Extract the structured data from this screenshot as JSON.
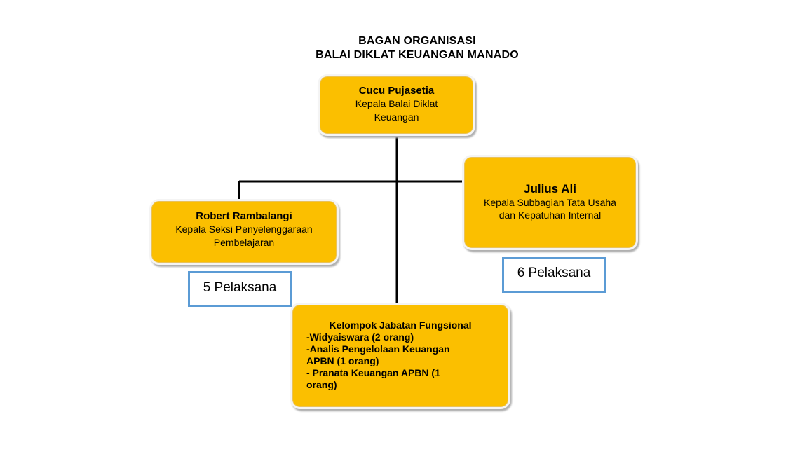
{
  "title": {
    "line1": "BAGAN ORGANISASI",
    "line2": "BALAI DIKLAT KEUANGAN MANADO"
  },
  "head": {
    "name": "Cucu Pujasetia",
    "role_line1": "Kepala Balai Diklat",
    "role_line2": "Keuangan"
  },
  "robert": {
    "name": "Robert Rambalangi",
    "role_line1": "Kepala Seksi Penyelenggaraan",
    "role_line2": "Pembelajaran",
    "staff": "5 Pelaksana"
  },
  "julius": {
    "name": "Julius Ali",
    "role_line1": "Kepala Subbagian Tata Usaha",
    "role_line2": "dan Kepatuhan Internal",
    "staff": "6 Pelaksana"
  },
  "fungsional": {
    "title": "Kelompok Jabatan Fungsional",
    "members": [
      "-Widyaiswara (2 orang)",
      "-Analis Pengelolaan Keuangan",
      "APBN (1 orang)",
      "- Pranata Keuangan APBN (1",
      "orang)"
    ]
  },
  "colors": {
    "box_fill": "#fbbf00",
    "staff_border": "#5b9bd5",
    "connector": "#000000"
  }
}
